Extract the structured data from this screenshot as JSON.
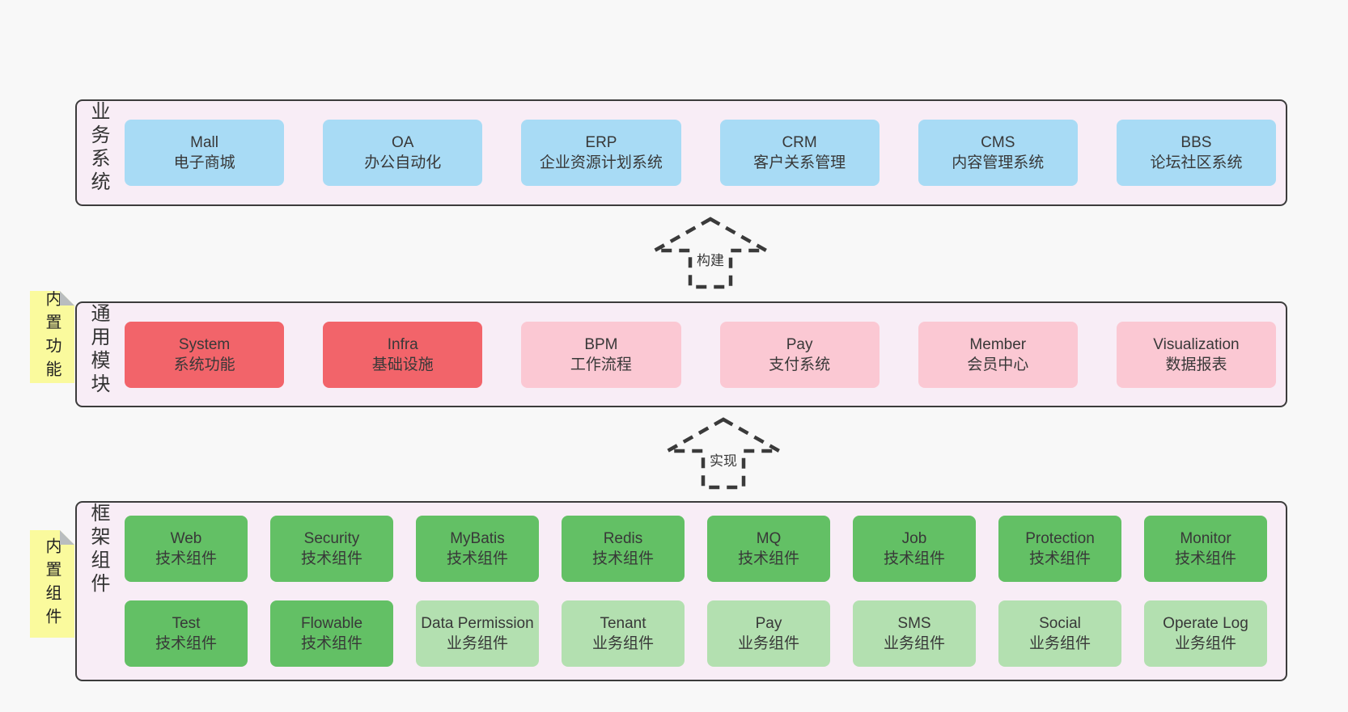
{
  "diagram": {
    "title": "architecture-layers",
    "colors": {
      "blue": "#a8dbf5",
      "red": "#f2646a",
      "pink": "#fbc8d3",
      "green": "#63c065",
      "green_light": "#b3e0b0",
      "layer_bg": "#f8edf6",
      "layer_border": "#3c3c3c",
      "note_bg": "#fafa9d",
      "note_fold": "#b9bdbf",
      "text": "#383838",
      "page_bg": "#f8f8f8"
    },
    "layers": [
      {
        "side_label": "业务系统",
        "note": "",
        "rows": [
          [
            {
              "title": "Mall",
              "subtitle": "电子商城",
              "variant": "blue"
            },
            {
              "title": "OA",
              "subtitle": "办公自动化",
              "variant": "blue"
            },
            {
              "title": "ERP",
              "subtitle": "企业资源计划系统",
              "variant": "blue"
            },
            {
              "title": "CRM",
              "subtitle": "客户关系管理",
              "variant": "blue"
            },
            {
              "title": "CMS",
              "subtitle": "内容管理系统",
              "variant": "blue"
            },
            {
              "title": "BBS",
              "subtitle": "论坛社区系统",
              "variant": "blue"
            }
          ]
        ]
      },
      {
        "side_label": "通用模块",
        "note": "内置功能",
        "rows": [
          [
            {
              "title": "System",
              "subtitle": "系统功能",
              "variant": "red"
            },
            {
              "title": "Infra",
              "subtitle": "基础设施",
              "variant": "red"
            },
            {
              "title": "BPM",
              "subtitle": "工作流程",
              "variant": "pink"
            },
            {
              "title": "Pay",
              "subtitle": "支付系统",
              "variant": "pink"
            },
            {
              "title": "Member",
              "subtitle": "会员中心",
              "variant": "pink"
            },
            {
              "title": "Visualization",
              "subtitle": "数据报表",
              "variant": "pink"
            }
          ]
        ]
      },
      {
        "side_label": "框架组件",
        "note": "内置组件",
        "rows": [
          [
            {
              "title": "Web",
              "subtitle": "技术组件",
              "variant": "green"
            },
            {
              "title": "Security",
              "subtitle": "技术组件",
              "variant": "green"
            },
            {
              "title": "MyBatis",
              "subtitle": "技术组件",
              "variant": "green"
            },
            {
              "title": "Redis",
              "subtitle": "技术组件",
              "variant": "green"
            },
            {
              "title": "MQ",
              "subtitle": "技术组件",
              "variant": "green"
            },
            {
              "title": "Job",
              "subtitle": "技术组件",
              "variant": "green"
            },
            {
              "title": "Protection",
              "subtitle": "技术组件",
              "variant": "green"
            },
            {
              "title": "Monitor",
              "subtitle": "技术组件",
              "variant": "green"
            }
          ],
          [
            {
              "title": "Test",
              "subtitle": "技术组件",
              "variant": "green"
            },
            {
              "title": "Flowable",
              "subtitle": "技术组件",
              "variant": "green"
            },
            {
              "title": "Data Permission",
              "subtitle": "业务组件",
              "variant": "green_light"
            },
            {
              "title": "Tenant",
              "subtitle": "业务组件",
              "variant": "green_light"
            },
            {
              "title": "Pay",
              "subtitle": "业务组件",
              "variant": "green_light"
            },
            {
              "title": "SMS",
              "subtitle": "业务组件",
              "variant": "green_light"
            },
            {
              "title": "Social",
              "subtitle": "业务组件",
              "variant": "green_light"
            },
            {
              "title": "Operate Log",
              "subtitle": "业务组件",
              "variant": "green_light"
            }
          ]
        ]
      }
    ],
    "arrows": [
      {
        "label": "构建"
      },
      {
        "label": "实现"
      }
    ]
  }
}
